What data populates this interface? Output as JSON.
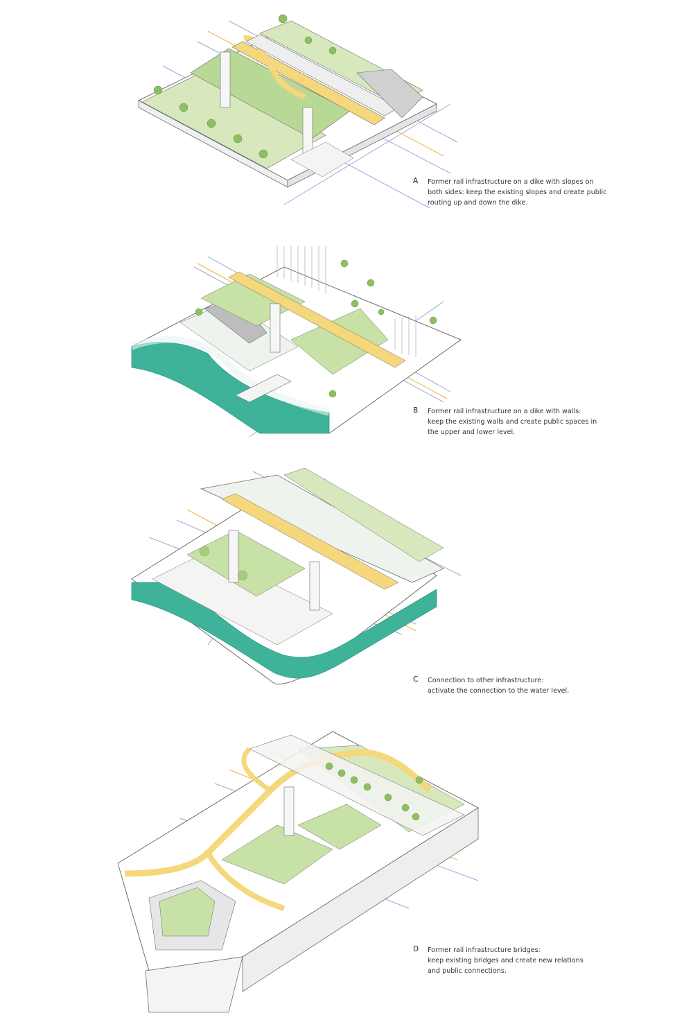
{
  "colors": {
    "grass": "#cfe4b0",
    "grass_light": "#e6f0d4",
    "grass_dark": "#a8cc80",
    "path": "#f5d77c",
    "concrete": "#f4f4f2",
    "wall_grey": "#bdbdbd",
    "water": "#3fb29a",
    "water_dark": "#2f9a85",
    "line": "#6c6c6c",
    "axis_blue": "#9aa8d8",
    "axis_orange": "#f2b94a"
  },
  "panels": [
    {
      "letter": "A",
      "text": "Former rail infrastructure on a dike with slopes on\nboth sides: keep the existing slopes and create public\nrouting up and down the dike."
    },
    {
      "letter": "B",
      "text": "Former rail infrastructure on a dike with walls:\nkeep the existing walls and create public spaces in\nthe upper and lower level."
    },
    {
      "letter": "C",
      "text": "Connection to other infrastructure:\nactivate the connection to the water level."
    },
    {
      "letter": "D",
      "text": "Former rail infrastructure bridges:\nkeep existing bridges and create new relations\nand public connections."
    }
  ]
}
